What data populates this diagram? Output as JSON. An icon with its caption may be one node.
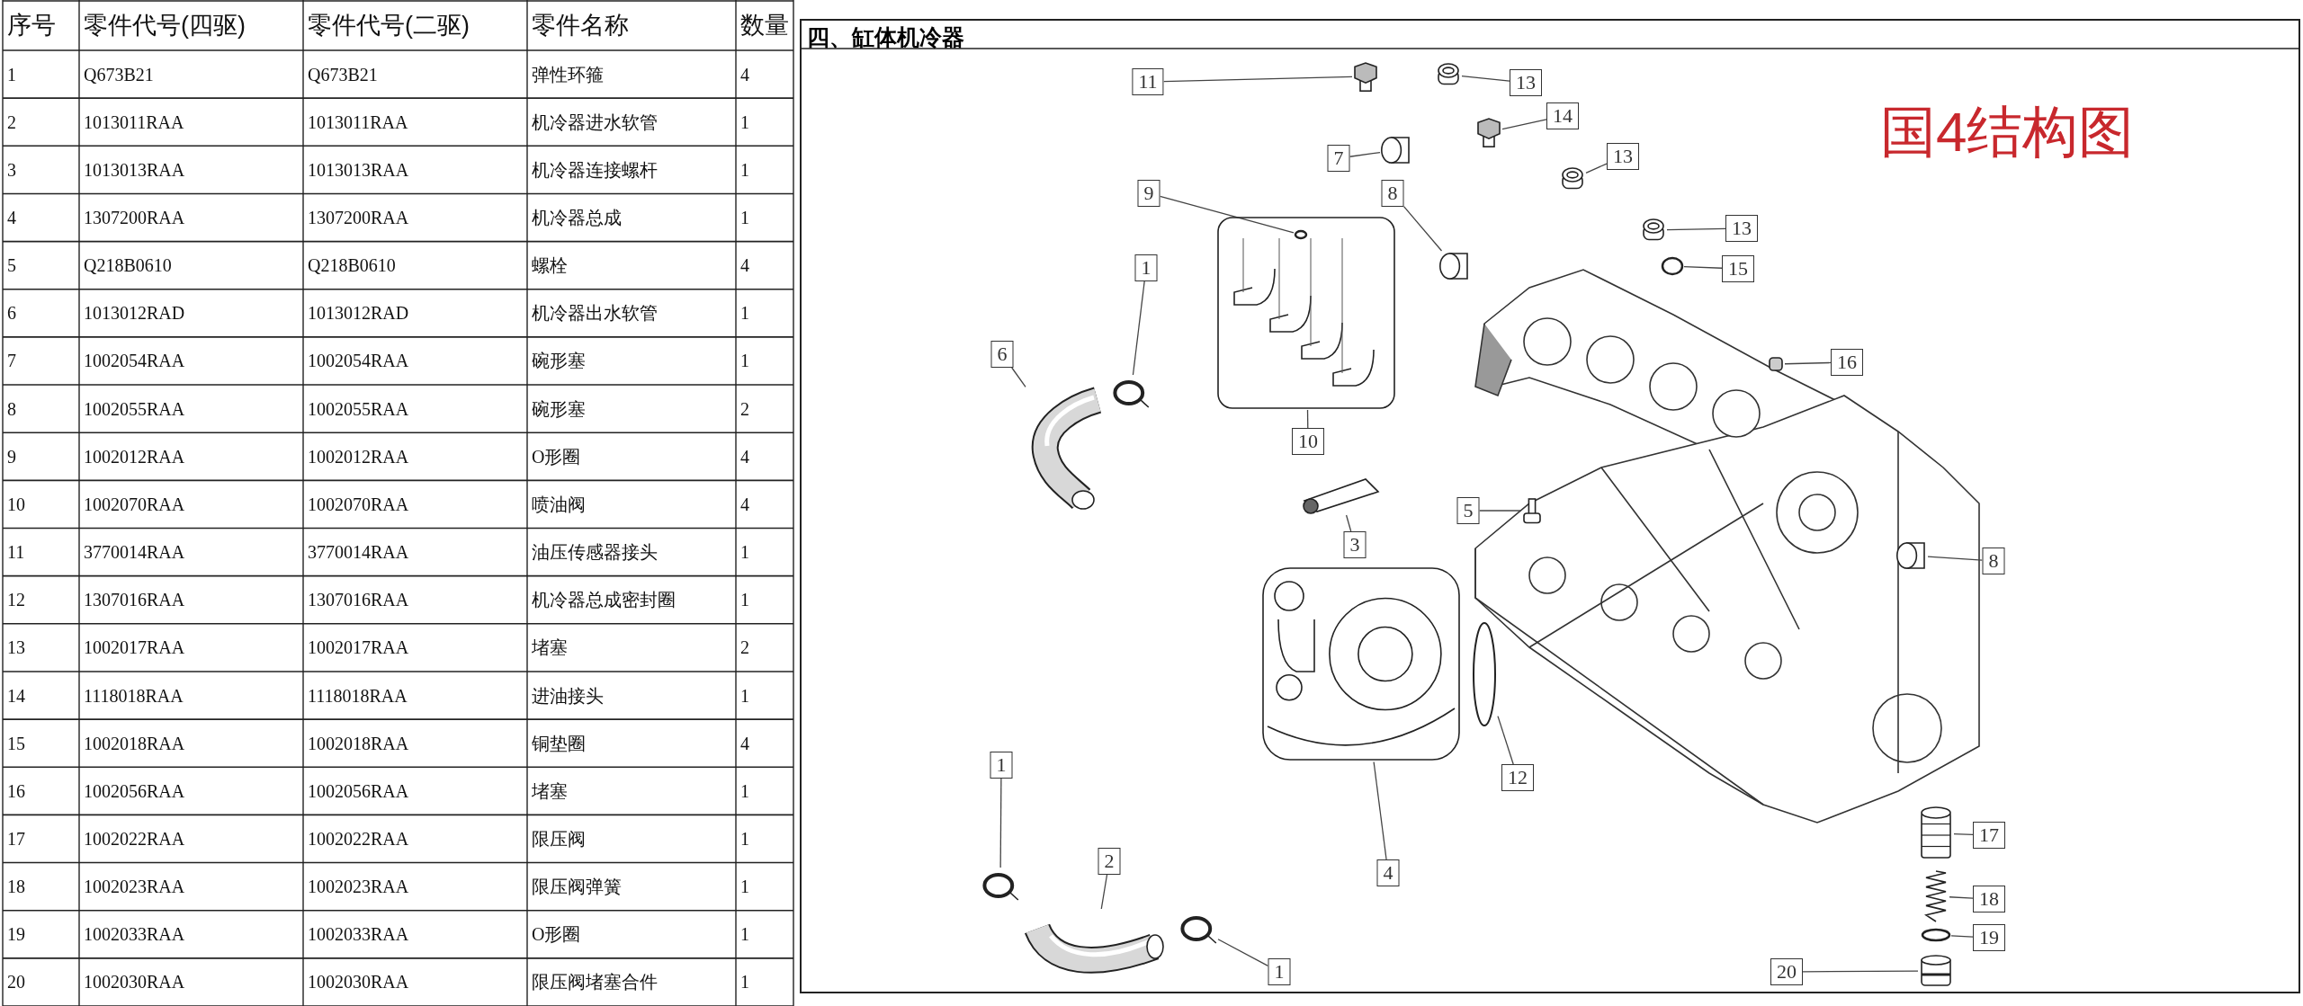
{
  "diagram": {
    "title": "四、缸体机冷器",
    "nodes": [
      {
        "text": [
          "11"
        ]
      },
      {
        "text": [
          "13"
        ]
      },
      {
        "text": [
          "14"
        ]
      },
      {
        "text": [
          "7"
        ]
      },
      {
        "text": [
          "13"
        ]
      },
      {
        "text": [
          "8"
        ]
      },
      {
        "text": [
          "9"
        ]
      },
      {
        "text": [
          "13"
        ]
      },
      {
        "text": [
          "1"
        ]
      },
      {
        "text": [
          "15"
        ]
      },
      {
        "text": [
          "6"
        ]
      },
      {
        "text": [
          "16"
        ]
      },
      {
        "text": [
          "10"
        ]
      },
      {
        "text": [
          "5"
        ]
      },
      {
        "text": [
          "3"
        ]
      },
      {
        "text": [
          "8"
        ]
      },
      {
        "text": [
          "1"
        ]
      },
      {
        "text": [
          "12"
        ]
      },
      {
        "text": [
          "17"
        ]
      },
      {
        "text": [
          "4"
        ]
      },
      {
        "text": [
          "2"
        ]
      },
      {
        "text": [
          "18"
        ]
      },
      {
        "text": [
          "19"
        ]
      },
      {
        "text": [
          "1"
        ]
      },
      {
        "text": [
          "20"
        ]
      },
      {
        "text": [],
        "shape": "box"
      },
      {
        "text": [],
        "shape": "cylinder"
      },
      {
        "text": [],
        "shape": "cylinder"
      },
      {
        "text": [],
        "shape": "cylinder"
      },
      {
        "text": [],
        "shape": "cylinder"
      },
      {
        "text": [],
        "shape": "cylinder"
      },
      {
        "text": [],
        "shape": "cylinder"
      },
      {
        "text": [],
        "shape": "circle",
        "in": 25
      },
      {
        "text": [],
        "shape": "cylinder"
      },
      {
        "text": [],
        "shape": "circle"
      },
      {
        "text": [],
        "shape": "circle"
      },
      {
        "text": [],
        "shape": "picture"
      },
      {
        "text": [],
        "shape": "cylinder"
      },
      {
        "text": [],
        "shape": "cylinder"
      },
      {
        "text": [],
        "shape": "picture"
      },
      {
        "text": [],
        "shape": "cylinder"
      },
      {
        "text": [],
        "shape": "circle"
      },
      {
        "text": [],
        "shape": "circle"
      },
      {
        "text": [],
        "shape": "cylinder"
      },
      {
        "text": [],
        "shape": "picture"
      },
      {
        "text": [],
        "shape": "picture"
      },
      {
        "text": [],
        "shape": "picture"
      },
      {
        "text": [],
        "shape": "circle"
      },
      {
        "text": [],
        "shape": "circle"
      },
      {
        "text": [],
        "shape": "cylinder"
      }
    ],
    "edges": [
      {
        "from": 0,
        "to": 26,
        "arrow": "none"
      },
      {
        "from": 1,
        "to": 27,
        "arrow": "none"
      },
      {
        "from": 2,
        "to": 28,
        "arrow": "none"
      },
      {
        "from": 3,
        "to": 29,
        "arrow": "none"
      },
      {
        "from": 4,
        "to": 30,
        "arrow": "none"
      },
      {
        "from": 5,
        "to": 31,
        "arrow": "none"
      },
      {
        "from": 6,
        "to": 32,
        "arrow": "none"
      },
      {
        "from": 7,
        "to": 33,
        "arrow": "none"
      },
      {
        "from": 8,
        "to": 34,
        "arrow": "none"
      },
      {
        "from": 9,
        "to": 35,
        "arrow": "none"
      },
      {
        "from": 10,
        "to": 36,
        "arrow": "none"
      },
      {
        "from": 11,
        "to": 37,
        "arrow": "none"
      },
      {
        "from": 12,
        "to": 25,
        "arrow": "none"
      },
      {
        "from": 13,
        "to": 38,
        "arrow": "none"
      },
      {
        "from": 14,
        "to": 39,
        "arrow": "none"
      },
      {
        "from": 15,
        "to": 40,
        "arrow": "none"
      },
      {
        "from": 16,
        "to": 41,
        "arrow": "none"
      },
      {
        "from": 17,
        "to": 42,
        "arrow": "none"
      },
      {
        "from": 18,
        "to": 43,
        "arrow": "none"
      },
      {
        "from": 19,
        "to": 44,
        "arrow": "none"
      },
      {
        "from": 20,
        "to": 45,
        "arrow": "none"
      },
      {
        "from": 21,
        "to": 46,
        "arrow": "none"
      },
      {
        "from": 22,
        "to": 47,
        "arrow": "none"
      },
      {
        "from": 23,
        "to": 48,
        "arrow": "none"
      },
      {
        "from": 24,
        "to": 49,
        "arrow": "none"
      }
    ],
    "labels": [
      "序号",
      "零件代号(四驱)",
      "零件代号(二驱)",
      "零件名称",
      "数量",
      "1",
      "Q673B21",
      "Q673B21",
      "弹性环箍",
      "4",
      "2",
      "1013011RAA",
      "1013011RAA",
      "机冷器进水软管",
      "1",
      "3",
      "1013013RAA",
      "1013013RAA",
      "机冷器连接螺杆",
      "1",
      "4",
      "1307200RAA",
      "1307200RAA",
      "机冷器总成",
      "1",
      "5",
      "Q218B0610",
      "Q218B0610",
      "螺栓",
      "4",
      "6",
      "1013012RAD",
      "1013012RAD",
      "机冷器出水软管",
      "1",
      "7",
      "1002054RAA",
      "1002054RAA",
      "碗形塞",
      "1",
      "8",
      "1002055RAA",
      "1002055RAA",
      "碗形塞",
      "2",
      "9",
      "1002012RAA",
      "1002012RAA",
      "O形圈",
      "4",
      "10",
      "1002070RAA",
      "1002070RAA",
      "喷油阀",
      "4",
      "11",
      "3770014RAA",
      "3770014RAA",
      "油压传感器接头",
      "1",
      "12",
      "1307016RAA",
      "1307016RAA",
      "机冷器总成密封圈",
      "1",
      "13",
      "1002017RAA",
      "1002017RAA",
      "堵塞",
      "2",
      "14",
      "1118018RAA",
      "1118018RAA",
      "进油接头",
      "1",
      "15",
      "1002018RAA",
      "1002018RAA",
      "铜垫圈",
      "4",
      "16",
      "1002056RAA",
      "1002056RAA",
      "堵塞",
      "1",
      "17",
      "1002022RAA",
      "1002022RAA",
      "限压阀",
      "1",
      "18",
      "1002023RAA",
      "1002023RAA",
      "限压阀弹簧",
      "1",
      "19",
      "1002033RAA",
      "1002033RAA",
      "O形圈",
      "1",
      "20",
      "1002030RAA",
      "1002030RAA",
      "限压阀堵塞合件",
      "1",
      "国4结构图"
    ]
  }
}
